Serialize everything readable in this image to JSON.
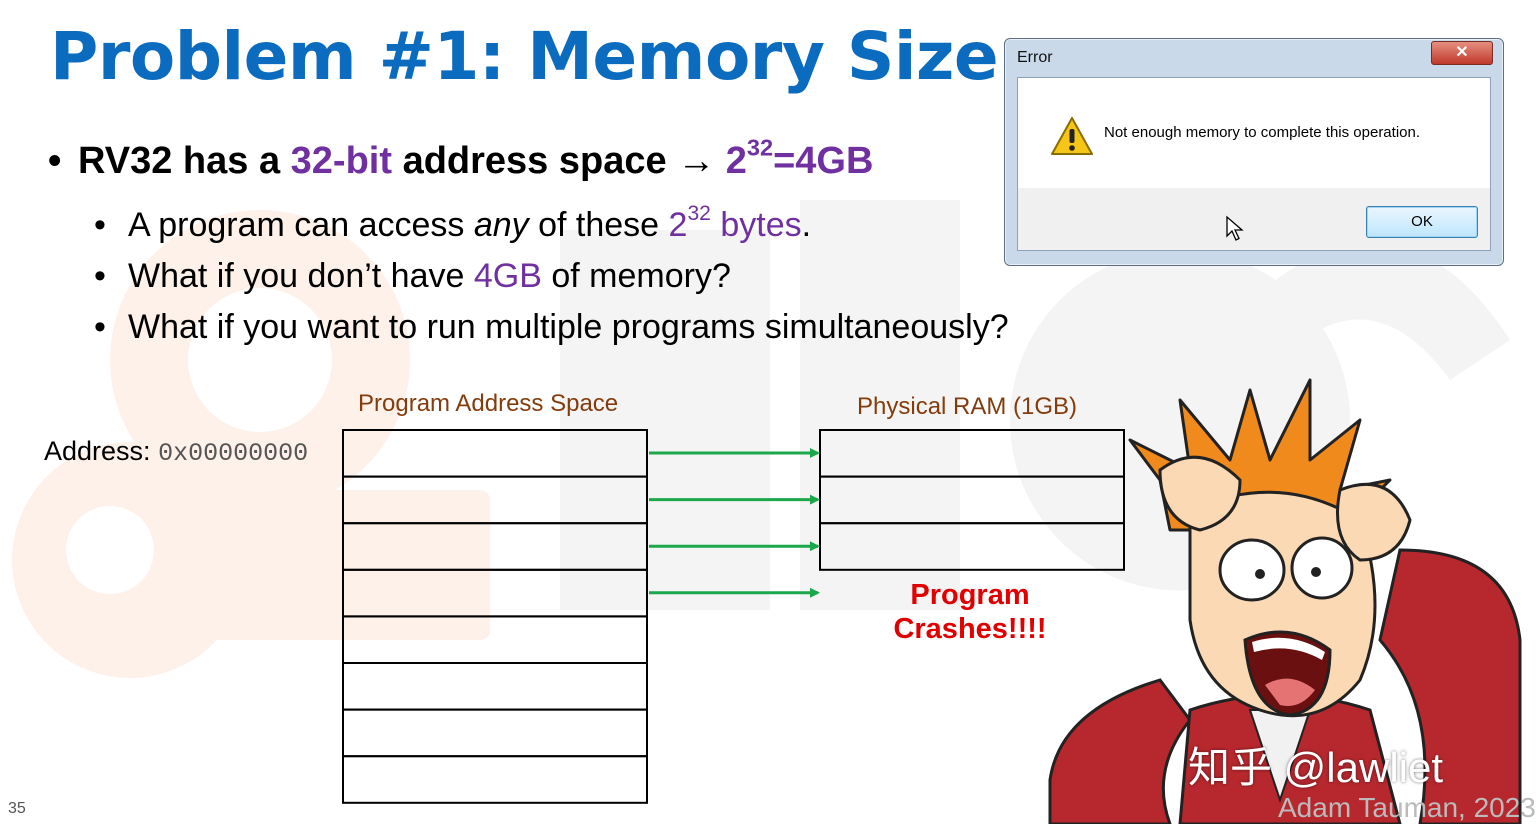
{
  "slide": {
    "title": "Problem #1: Memory Size",
    "bullet1": {
      "pre": "RV32 has a ",
      "highlight": "32-bit",
      "post": " address space ",
      "arrow": "→",
      "power_base": "2",
      "power_exp": "32",
      "equals": "=4GB"
    },
    "sub1": {
      "pre": "A program can access ",
      "em": "any",
      "post": " of these ",
      "base": "2",
      "exp": "32",
      "tail_purple": " bytes",
      "tail": "."
    },
    "sub2": {
      "pre": "What if you don’t have ",
      "highlight": "4GB",
      "post": " of memory?"
    },
    "sub3": {
      "text": "What if you want to run multiple programs simultaneously?"
    },
    "page_number": "35",
    "author": "Adam Tauman, 2023"
  },
  "dialog": {
    "title": "Error",
    "close_label": "✕",
    "message": "Not enough memory to complete this operation.",
    "ok_label": "OK",
    "icon": "warning-icon"
  },
  "diagram": {
    "program_space_label": "Program Address Space",
    "ram_label": "Physical RAM (1GB)",
    "address_label": "Address: ",
    "address_value": "0x00000000",
    "program_rows": 8,
    "ram_rows": 3,
    "mapped_arrows": 4,
    "crash_line1": "Program",
    "crash_line2": "Crashes!!!!"
  },
  "watermark": {
    "text": "知乎 @lawliet"
  },
  "colors": {
    "title": "#0a6bbf",
    "accent_purple": "#7030a0",
    "label_brown": "#843c0c",
    "arrow_green": "#1aa84a",
    "crash_red": "#e00000"
  }
}
